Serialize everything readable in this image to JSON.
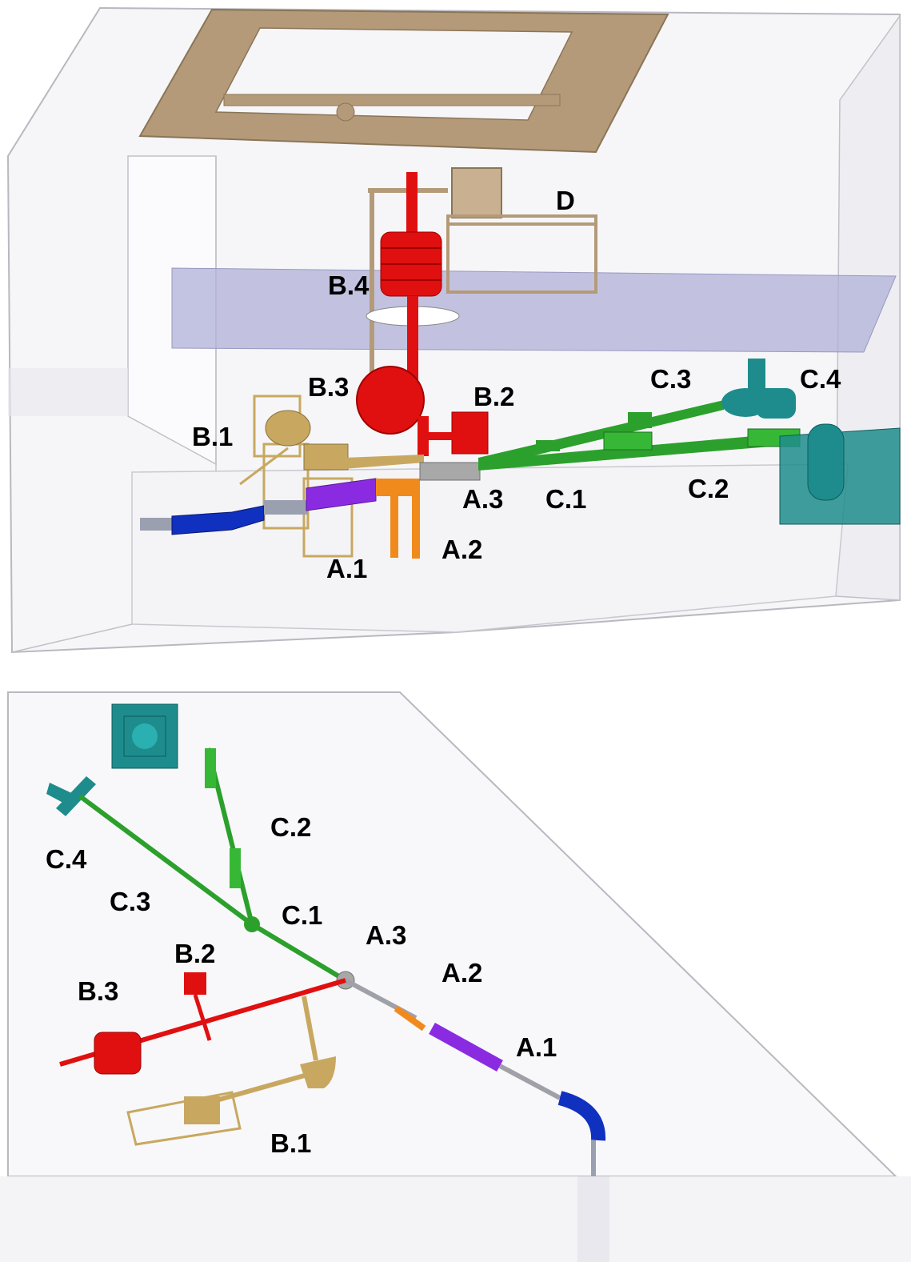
{
  "top_view": {
    "labels": {
      "A1": "A.1",
      "A2": "A.2",
      "A3": "A.3",
      "B1": "B.1",
      "B2": "B.2",
      "B3": "B.3",
      "B4": "B.4",
      "C1": "C.1",
      "C2": "C.2",
      "C3": "C.3",
      "C4": "C.4",
      "D": "D"
    }
  },
  "plan_view": {
    "labels": {
      "A1": "A.1",
      "A2": "A.2",
      "A3": "A.3",
      "B1": "B.1",
      "B2": "B.2",
      "B3": "B.3",
      "C1": "C.1",
      "C2": "C.2",
      "C3": "C.3",
      "C4": "C.4"
    }
  },
  "colors": {
    "A1": "#8a2be2",
    "A2": "#f08a1c",
    "A3": "#a8a8a8",
    "B": "#e01010",
    "B1": "#c8a860",
    "C": "#2ca02c",
    "C4": "#1e8c8c",
    "injection": "#1030c0",
    "frame": "#b49a78",
    "floor_plane": "#b0b0d8"
  }
}
